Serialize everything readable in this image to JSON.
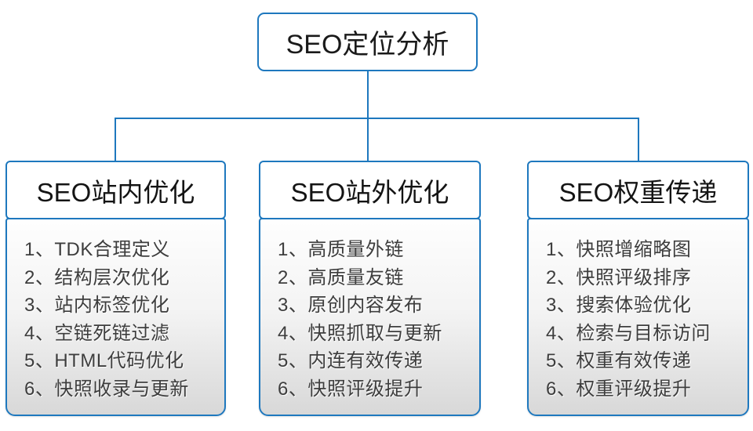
{
  "diagram": {
    "root": {
      "label": "SEO定位分析"
    },
    "columns": [
      {
        "header": "SEO站内优化",
        "items": [
          "1、TDK合理定义",
          "2、结构层次优化",
          "3、站内标签优化",
          "4、空链死链过滤",
          "5、HTML代码优化",
          "6、快照收录与更新"
        ]
      },
      {
        "header": "SEO站外优化",
        "items": [
          "1、高质量外链",
          "2、高质量友链",
          "3、原创内容发布",
          "4、快照抓取与更新",
          "5、内连有效传递",
          "6、快照评级提升"
        ]
      },
      {
        "header": "SEO权重传递",
        "items": [
          "1、快照增缩略图",
          "2、快照评级排序",
          "3、搜索体验优化",
          "4、检索与目标访问",
          "5、权重有效传递",
          "6、权重评级提升"
        ]
      }
    ],
    "colors": {
      "accent_line": "#1e78be",
      "header_text": "#141414",
      "item_text": "#3d3d3d",
      "panel_gradient_top": "#fefefe",
      "panel_gradient_bottom": "#d8d8d8"
    }
  }
}
